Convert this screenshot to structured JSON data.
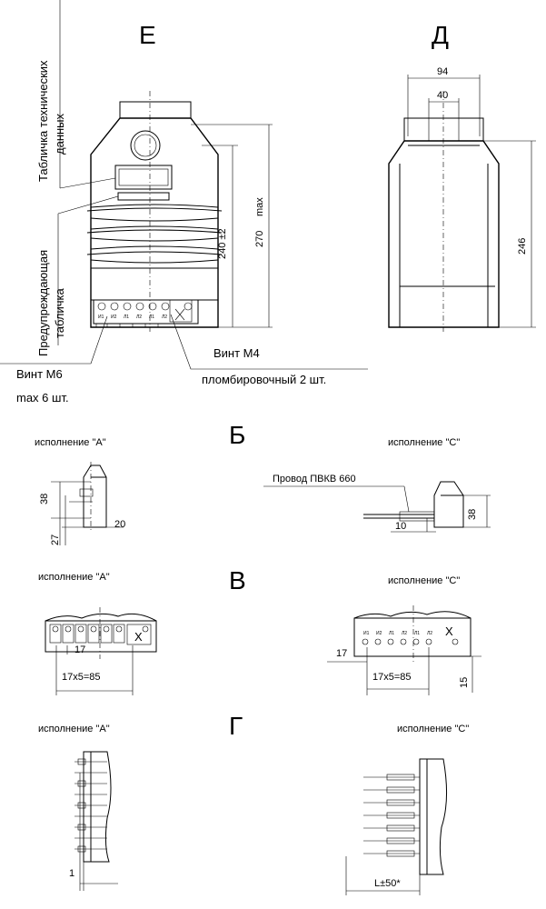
{
  "views": {
    "E": "Е",
    "D": "Д",
    "B": "Б",
    "V": "В",
    "G": "Г"
  },
  "labels": {
    "tech_plate": "Табличка технических",
    "tech_plate_2": "данных",
    "warn_plate": "Предупреждающая",
    "warn_plate_2": "табличка",
    "screw_m6": "Винт М6",
    "screw_m6_qty": "max 6 шт.",
    "screw_m4": "Винт М4",
    "screw_m4_qty": "пломбировочный 2 шт.",
    "wire": "Провод ПВКВ 660",
    "variant_a": "исполнение \"А\"",
    "variant_c": "исполнение \"С\""
  },
  "dims": {
    "h240": "240 ±2",
    "h270": "270",
    "max": "max",
    "w94": "94",
    "w40": "40",
    "h246": "246",
    "b38a": "38",
    "b27": "27",
    "b20": "20",
    "b38c": "38",
    "b10": "10",
    "v17a": "17",
    "v85a": "17x5=85",
    "v17c": "17",
    "v85c": "17x5=85",
    "v15": "15",
    "g1": "1",
    "gL": "L±50*"
  },
  "terminal_marks": [
    "И1",
    "И2",
    "Л1",
    "Л2",
    "Л1",
    "Л2"
  ],
  "terminal_marks_c": [
    "И1",
    "И2",
    "Л1",
    "Л2",
    "Л1",
    "Л2",
    "Х"
  ]
}
